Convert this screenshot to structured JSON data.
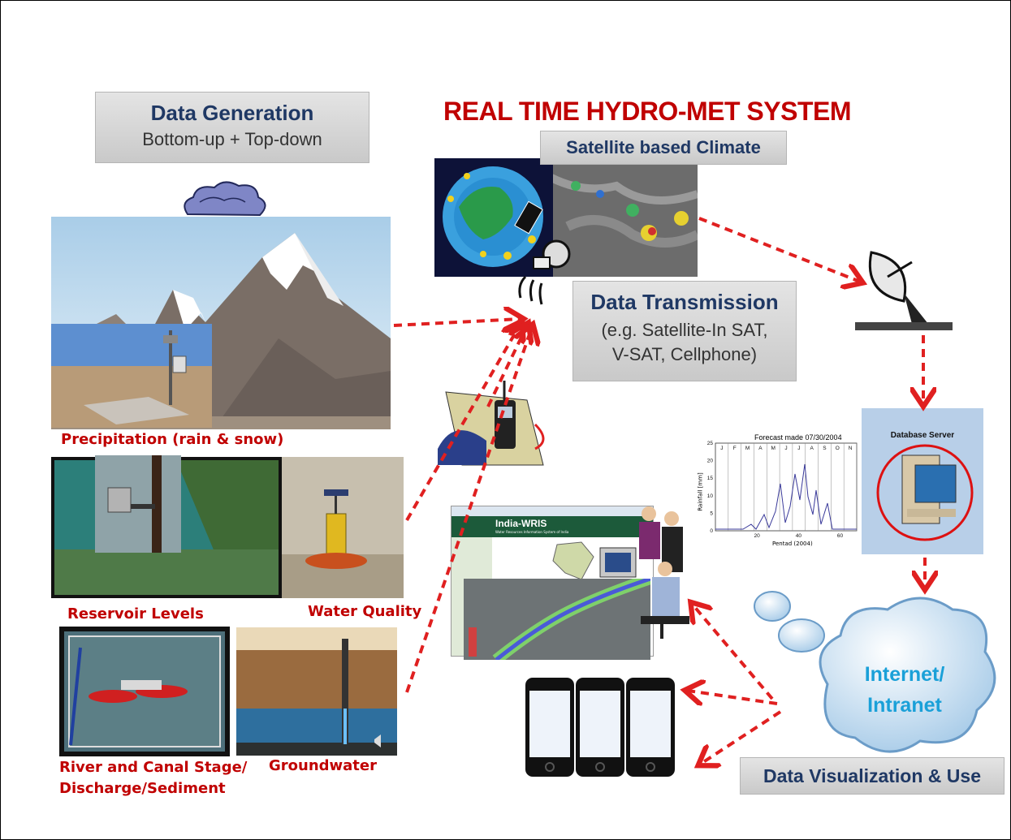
{
  "title": "REAL TIME HYDRO-MET SYSTEM",
  "data_generation": {
    "title": "Data Generation",
    "subtitle": "Bottom-up + Top-down"
  },
  "satellite_climate": {
    "label": "Satellite based Climate"
  },
  "data_transmission": {
    "title": "Data Transmission",
    "line1": "(e.g. Satellite-In SAT,",
    "line2": "V-SAT, Cellphone)"
  },
  "sources": {
    "precipitation": "Precipitation (rain & snow)",
    "reservoir": "Reservoir Levels",
    "water_quality": "Water Quality",
    "river_line1": "River and Canal Stage/",
    "river_line2": "Discharge/Sediment",
    "groundwater": "Groundwater"
  },
  "database_server": {
    "label": "Database Server"
  },
  "forecast_chart": {
    "title": "Forecast made 07/30/2004",
    "xlabel": "Pentad (2004)",
    "ylabel": "Rainfall [mm]",
    "months": [
      "J",
      "F",
      "M",
      "A",
      "M",
      "J",
      "J",
      "A",
      "S",
      "O",
      "N"
    ],
    "yticks": [
      "25",
      "20",
      "15",
      "10",
      "5",
      "0"
    ],
    "xticks": [
      "20",
      "40",
      "60"
    ]
  },
  "cloud": {
    "line1": "Internet/",
    "line2": "Intranet"
  },
  "data_visualization": {
    "label": "Data Visualization & Use"
  },
  "website": {
    "name": "India-WRIS",
    "tagline": "Water Resources Information System of India"
  },
  "colors": {
    "title_red": "#c00000",
    "heading_navy": "#1f3864",
    "arrow_red": "#e02020",
    "cloud_text": "#1aa0d8"
  }
}
